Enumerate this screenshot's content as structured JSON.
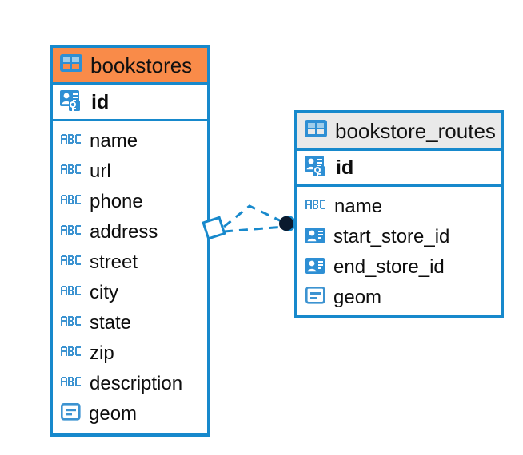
{
  "diagram": {
    "type": "entity-relationship-diagram",
    "background_color": "#FFFFFF",
    "accent_color": "#1789CC",
    "highlight_header_color": "#F98B49",
    "default_header_color": "#E9E9E9",
    "text_color": "#0D0D0D"
  },
  "entities": [
    {
      "name": "bookstores",
      "header_style": "orange",
      "table_icon": "table-icon",
      "primary_key": {
        "label": "id",
        "icon": "primary-key-icon",
        "type": "primary-key"
      },
      "fields": [
        {
          "label": "name",
          "icon": "text-abc-icon",
          "type": "text"
        },
        {
          "label": "url",
          "icon": "text-abc-icon",
          "type": "text"
        },
        {
          "label": "phone",
          "icon": "text-abc-icon",
          "type": "text"
        },
        {
          "label": "address",
          "icon": "text-abc-icon",
          "type": "text"
        },
        {
          "label": "street",
          "icon": "text-abc-icon",
          "type": "text"
        },
        {
          "label": "city",
          "icon": "text-abc-icon",
          "type": "text"
        },
        {
          "label": "state",
          "icon": "text-abc-icon",
          "type": "text"
        },
        {
          "label": "zip",
          "icon": "text-abc-icon",
          "type": "text"
        },
        {
          "label": "description",
          "icon": "text-abc-icon",
          "type": "text"
        },
        {
          "label": "geom",
          "icon": "geometry-icon",
          "type": "geometry"
        }
      ]
    },
    {
      "name": "bookstore_routes",
      "header_style": "gray",
      "table_icon": "table-icon",
      "primary_key": {
        "label": "id",
        "icon": "primary-key-icon",
        "type": "primary-key"
      },
      "fields": [
        {
          "label": "name",
          "icon": "text-abc-icon",
          "type": "text"
        },
        {
          "label": "start_store_id",
          "icon": "foreign-key-icon",
          "type": "foreign-key"
        },
        {
          "label": "end_store_id",
          "icon": "foreign-key-icon",
          "type": "foreign-key"
        },
        {
          "label": "geom",
          "icon": "geometry-icon",
          "type": "geometry"
        }
      ]
    }
  ],
  "relationship": {
    "name": "bookstores-to-bookstore-routes",
    "line_style": "dashed",
    "line_color": "#1789CC",
    "source_marker": "diamond-outline-marker",
    "target_marker": "filled-circle-marker",
    "target_marker_color": "#0A1A2E"
  }
}
